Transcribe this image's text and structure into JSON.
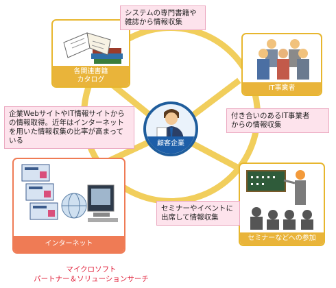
{
  "center": {
    "label": "顧客企業"
  },
  "books": {
    "label": "各関連書籍\nカタログ",
    "note": "システムの専門書籍や\n雑誌から情報収集"
  },
  "it_vendor": {
    "label": "IT事業者",
    "note": "付き合いのあるIT事業者\nからの情報収集"
  },
  "seminar": {
    "label": "セミナーなどへの参加",
    "note": "セミナーやイベントに\n出席して情報収集"
  },
  "internet": {
    "label": "インターネット",
    "note": "企業WebサイトやIT情報サイトから\nの情報取得。近年はインターネット\nを用いた情報収集の比率が高まって\nいる"
  },
  "footer": {
    "text": "マイクロソフト\nパートナー＆ソリューションサーチ"
  },
  "colors": {
    "ring": "#f1ce5c",
    "gold_caption": "#e9b43a",
    "red_caption": "#ef7b55",
    "center_border": "#1f5d9c",
    "note_bg": "#fde3ec",
    "footer_text": "#e0203a"
  },
  "icons": [
    "books-icon",
    "businesspeople-icon",
    "presenter-icon",
    "computers-icon",
    "globe-icon",
    "businessman-icon"
  ]
}
